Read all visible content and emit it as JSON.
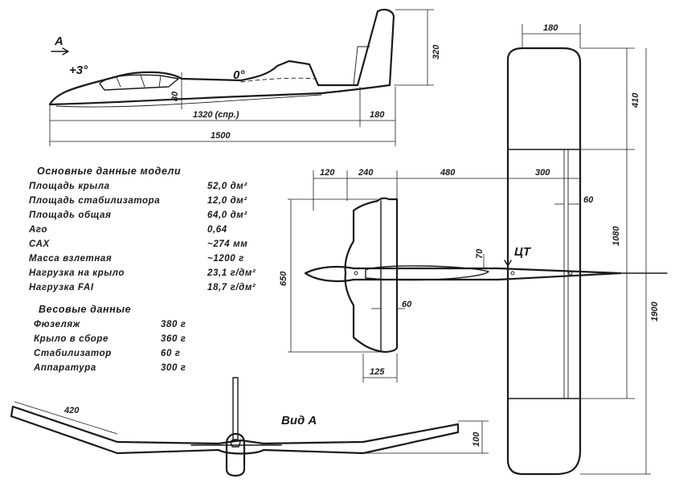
{
  "labels": {
    "view_arrow": "A",
    "angle_wing": "+3°",
    "angle_stab": "0°",
    "view_a": "Вид А",
    "cg": "ЦТ"
  },
  "dimensions": {
    "fin_height": "320",
    "fuselage_depth": "80",
    "span_reference": "1320 (спр.)",
    "tail_length": "180",
    "overall_length": "1500",
    "tip_chord_top": "180",
    "outer_panel": "410",
    "center_section": "1080",
    "wing_span": "1900",
    "stab_le_offset": "120",
    "stab_to_hinge": "240",
    "stab_to_wing": "480",
    "wing_chord": "300",
    "aileron_width": "60",
    "stab_span": "650",
    "cg_offset": "70",
    "elevator_width": "60",
    "stab_chord": "125",
    "dihedral_panel": "420",
    "dihedral_height": "100"
  },
  "model_data": {
    "title": "Основные данные модели",
    "rows": [
      {
        "label": "Площадь крыла",
        "value": "52,0 дм²"
      },
      {
        "label": "Площадь стабилизатора",
        "value": "12,0 дм²"
      },
      {
        "label": "Площадь общая",
        "value": "64,0 дм²"
      },
      {
        "label": "Aго",
        "value": "0,64"
      },
      {
        "label": "САХ",
        "value": "~274 мм"
      },
      {
        "label": "Масса взлетная",
        "value": "~1200 г"
      },
      {
        "label": "Нагрузка на крыло",
        "value": "23,1 г/дм²"
      },
      {
        "label": "Нагрузка FAI",
        "value": "18,7 г/дм²"
      }
    ]
  },
  "weight_data": {
    "title": "Весовые данные",
    "rows": [
      {
        "label": "Фюзеляж",
        "value": "380 г"
      },
      {
        "label": "Крыло в сборе",
        "value": "360 г"
      },
      {
        "label": "Стабилизатор",
        "value": "60  г"
      },
      {
        "label": "Аппаратура",
        "value": "300 г"
      }
    ]
  }
}
